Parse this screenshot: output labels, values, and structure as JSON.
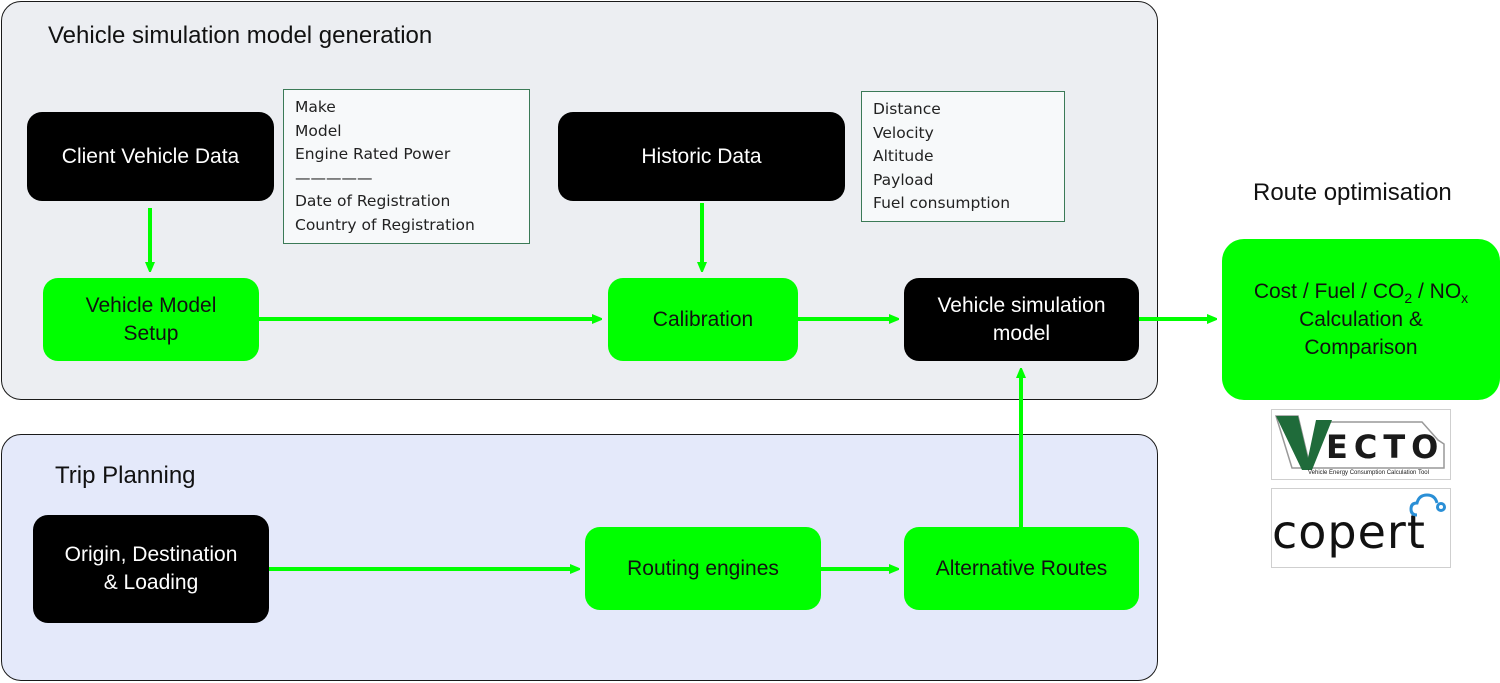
{
  "panels": {
    "generation_title": "Vehicle simulation model generation",
    "planning_title": "Trip Planning"
  },
  "nodes": {
    "client_vehicle_data": "Client Vehicle Data",
    "historic_data": "Historic Data",
    "vehicle_model_setup": "Vehicle Model\nSetup",
    "calibration": "Calibration",
    "vehicle_simulation_model": "Vehicle simulation\nmodel",
    "origin_destination": "Origin, Destination\n& Loading",
    "routing_engines": "Routing engines",
    "alternative_routes": "Alternative Routes"
  },
  "client_data_fields": [
    "Make",
    "Model",
    "Engine Rated Power",
    "—————",
    "Date of Registration",
    "Country of Registration"
  ],
  "historic_data_fields": [
    "Distance",
    "Velocity",
    "Altitude",
    "Payload",
    "Fuel consumption"
  ],
  "route_optimisation": {
    "title": "Route optimisation",
    "result_line1_prefix": "Cost / Fuel / CO",
    "co2_subscript": "2",
    "result_line1_mid": " / NO",
    "nox_subscript": "x",
    "result_line2": "Calculation &",
    "result_line3": "Comparison"
  },
  "logos": {
    "vecto_text": "ECTO",
    "vecto_tagline": "Vehicle Energy Consumption Calculation Tool",
    "copert_text": "copert"
  },
  "colors": {
    "accent_green": "#00ff00",
    "node_black": "#000000",
    "vecto_dark_green": "#1f6b3a",
    "copert_blue": "#2a8fd6"
  }
}
